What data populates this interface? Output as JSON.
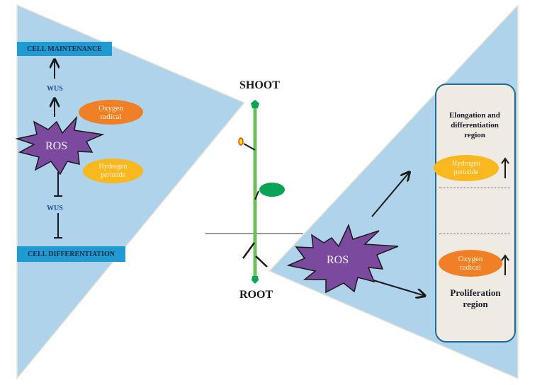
{
  "colors": {
    "triangle_fill": "#aed3ea",
    "label_box": "#1f9ad3",
    "ros_star": "#7b4a9e",
    "oxygen_radical": "#f07f26",
    "hydrogen_peroxide": "#f9b81d",
    "stem": "#6cbf5a",
    "leaf": "#0aa457",
    "region_box_fill": "#efebe2",
    "region_box_border": "#1f6b95",
    "wus_text": "#1f4f9a"
  },
  "left_panel": {
    "top_label": "CELL MAINTENANCE",
    "bottom_label": "CELL DIFFERENTIATION",
    "wus_upper": "WUS",
    "wus_lower": "WUS",
    "ros": "ROS",
    "oxygen_radical": "Oxygen radical",
    "hydrogen_peroxide": "Hydrogen peroxide"
  },
  "center_plant": {
    "shoot_label": "SHOOT",
    "root_label": "ROOT"
  },
  "right_panel": {
    "ros": "ROS",
    "upper_region": {
      "title_lines": [
        "Elongation and",
        "differentiation",
        "region"
      ],
      "species": "Hydrogen peroxide",
      "trend": "increase"
    },
    "lower_region": {
      "title_lines": [
        "Proliferation",
        "region"
      ],
      "species": "Oxygen radical",
      "trend": "increase"
    }
  }
}
